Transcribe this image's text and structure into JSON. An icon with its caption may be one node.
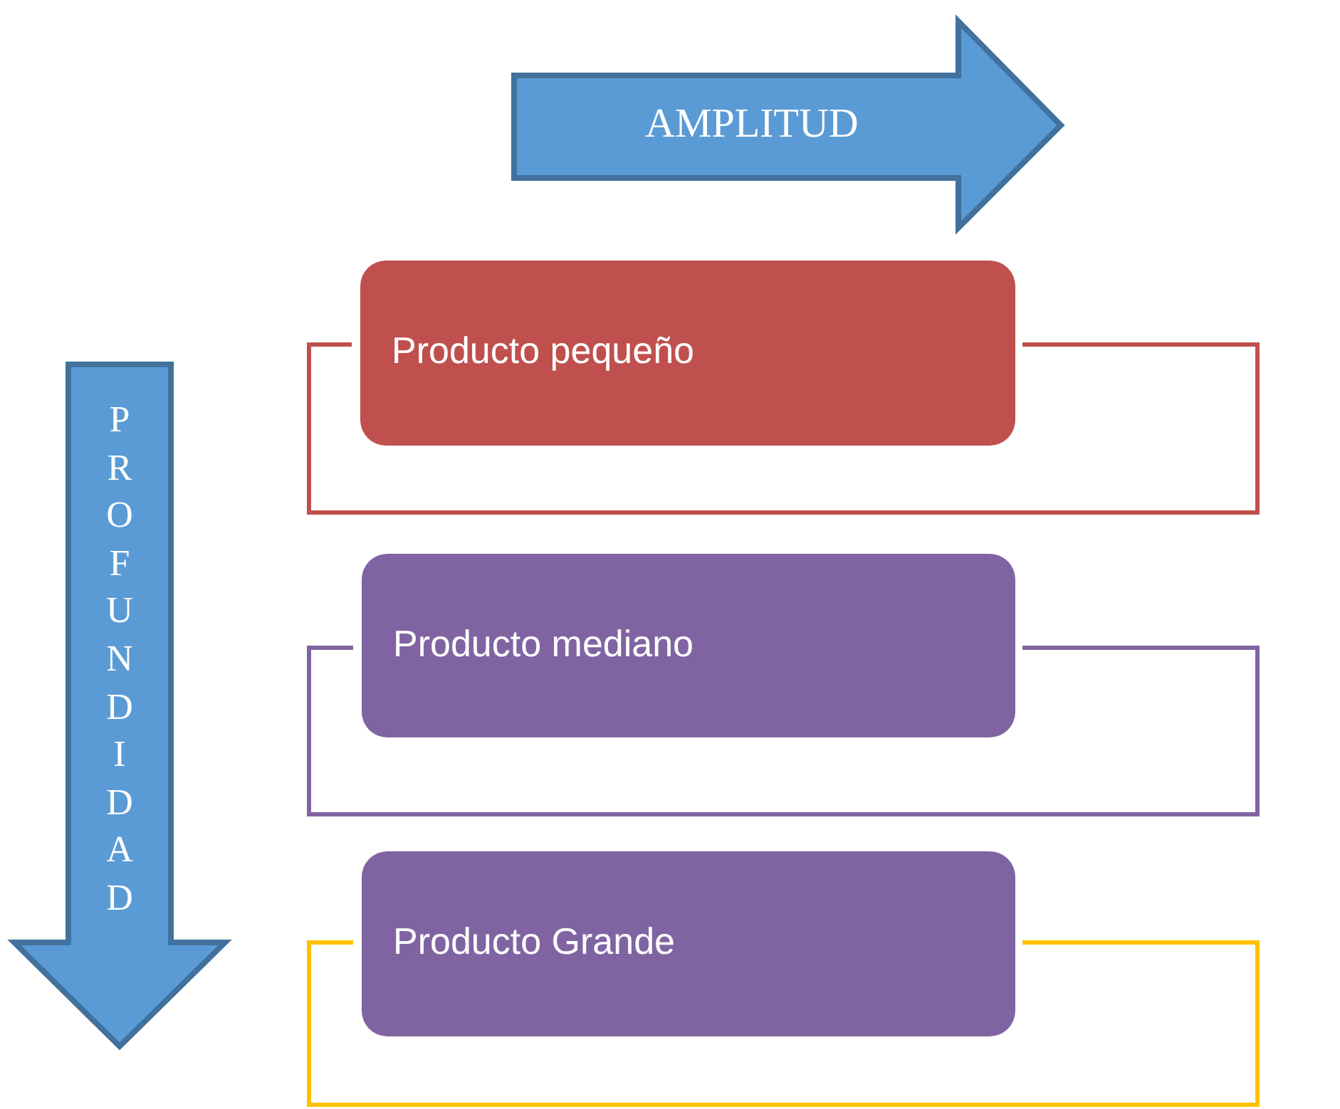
{
  "diagram": {
    "nodes": [
      {
        "text": [
          "AMPLITUD"
        ]
      },
      {
        "text": [
          "PROFUNDIDAD"
        ]
      },
      {
        "text": [
          "Producto pequeño"
        ]
      },
      {
        "text": [
          "Producto mediano"
        ]
      },
      {
        "text": [
          "Producto Grande"
        ]
      }
    ]
  }
}
